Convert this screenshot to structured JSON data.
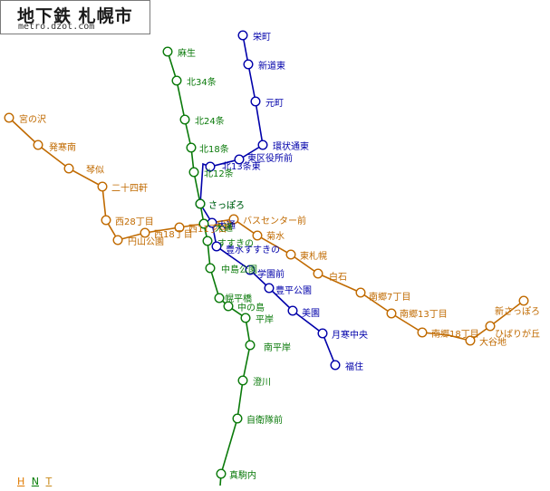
{
  "title": "地下鉄 札幌市",
  "subtitle": "metro.dzot.com",
  "legend": [
    {
      "label": "H",
      "color": "#e07a00"
    },
    {
      "label": "N",
      "color": "#007a00"
    },
    {
      "label": "T",
      "color": "#c98a1a"
    }
  ],
  "lines": [
    {
      "name": "N",
      "color": "#0a7a0a",
      "stations": [
        "麻生",
        "北34条",
        "北24条",
        "北18条",
        "北12条",
        "さっぽろ",
        "大通",
        "すすきの",
        "中島公園",
        "幌平橋",
        "中の島",
        "平岸",
        "南平岸",
        "澄川",
        "自衛隊前",
        "真駒内"
      ]
    },
    {
      "name": "T",
      "color": "#0000aa",
      "stations": [
        "栄町",
        "新道東",
        "元町",
        "環状通東",
        "東区役所前",
        "北13条東",
        "さっぽろ",
        "大通",
        "豊水すすきの",
        "学園前",
        "豊平公園",
        "美園",
        "月寒中央",
        "福住"
      ]
    },
    {
      "name": "H",
      "color": "#c06a00",
      "stations": [
        "宮の沢",
        "発寒南",
        "琴似",
        "二十四軒",
        "西28丁目",
        "円山公園",
        "西18丁目",
        "西11丁目",
        "大通",
        "バスセンター前",
        "菊水",
        "東札幌",
        "白石",
        "南郷7丁目",
        "南郷13丁目",
        "南郷18丁目",
        "大谷地",
        "ひばりが丘",
        "新さっぽろ"
      ]
    }
  ]
}
